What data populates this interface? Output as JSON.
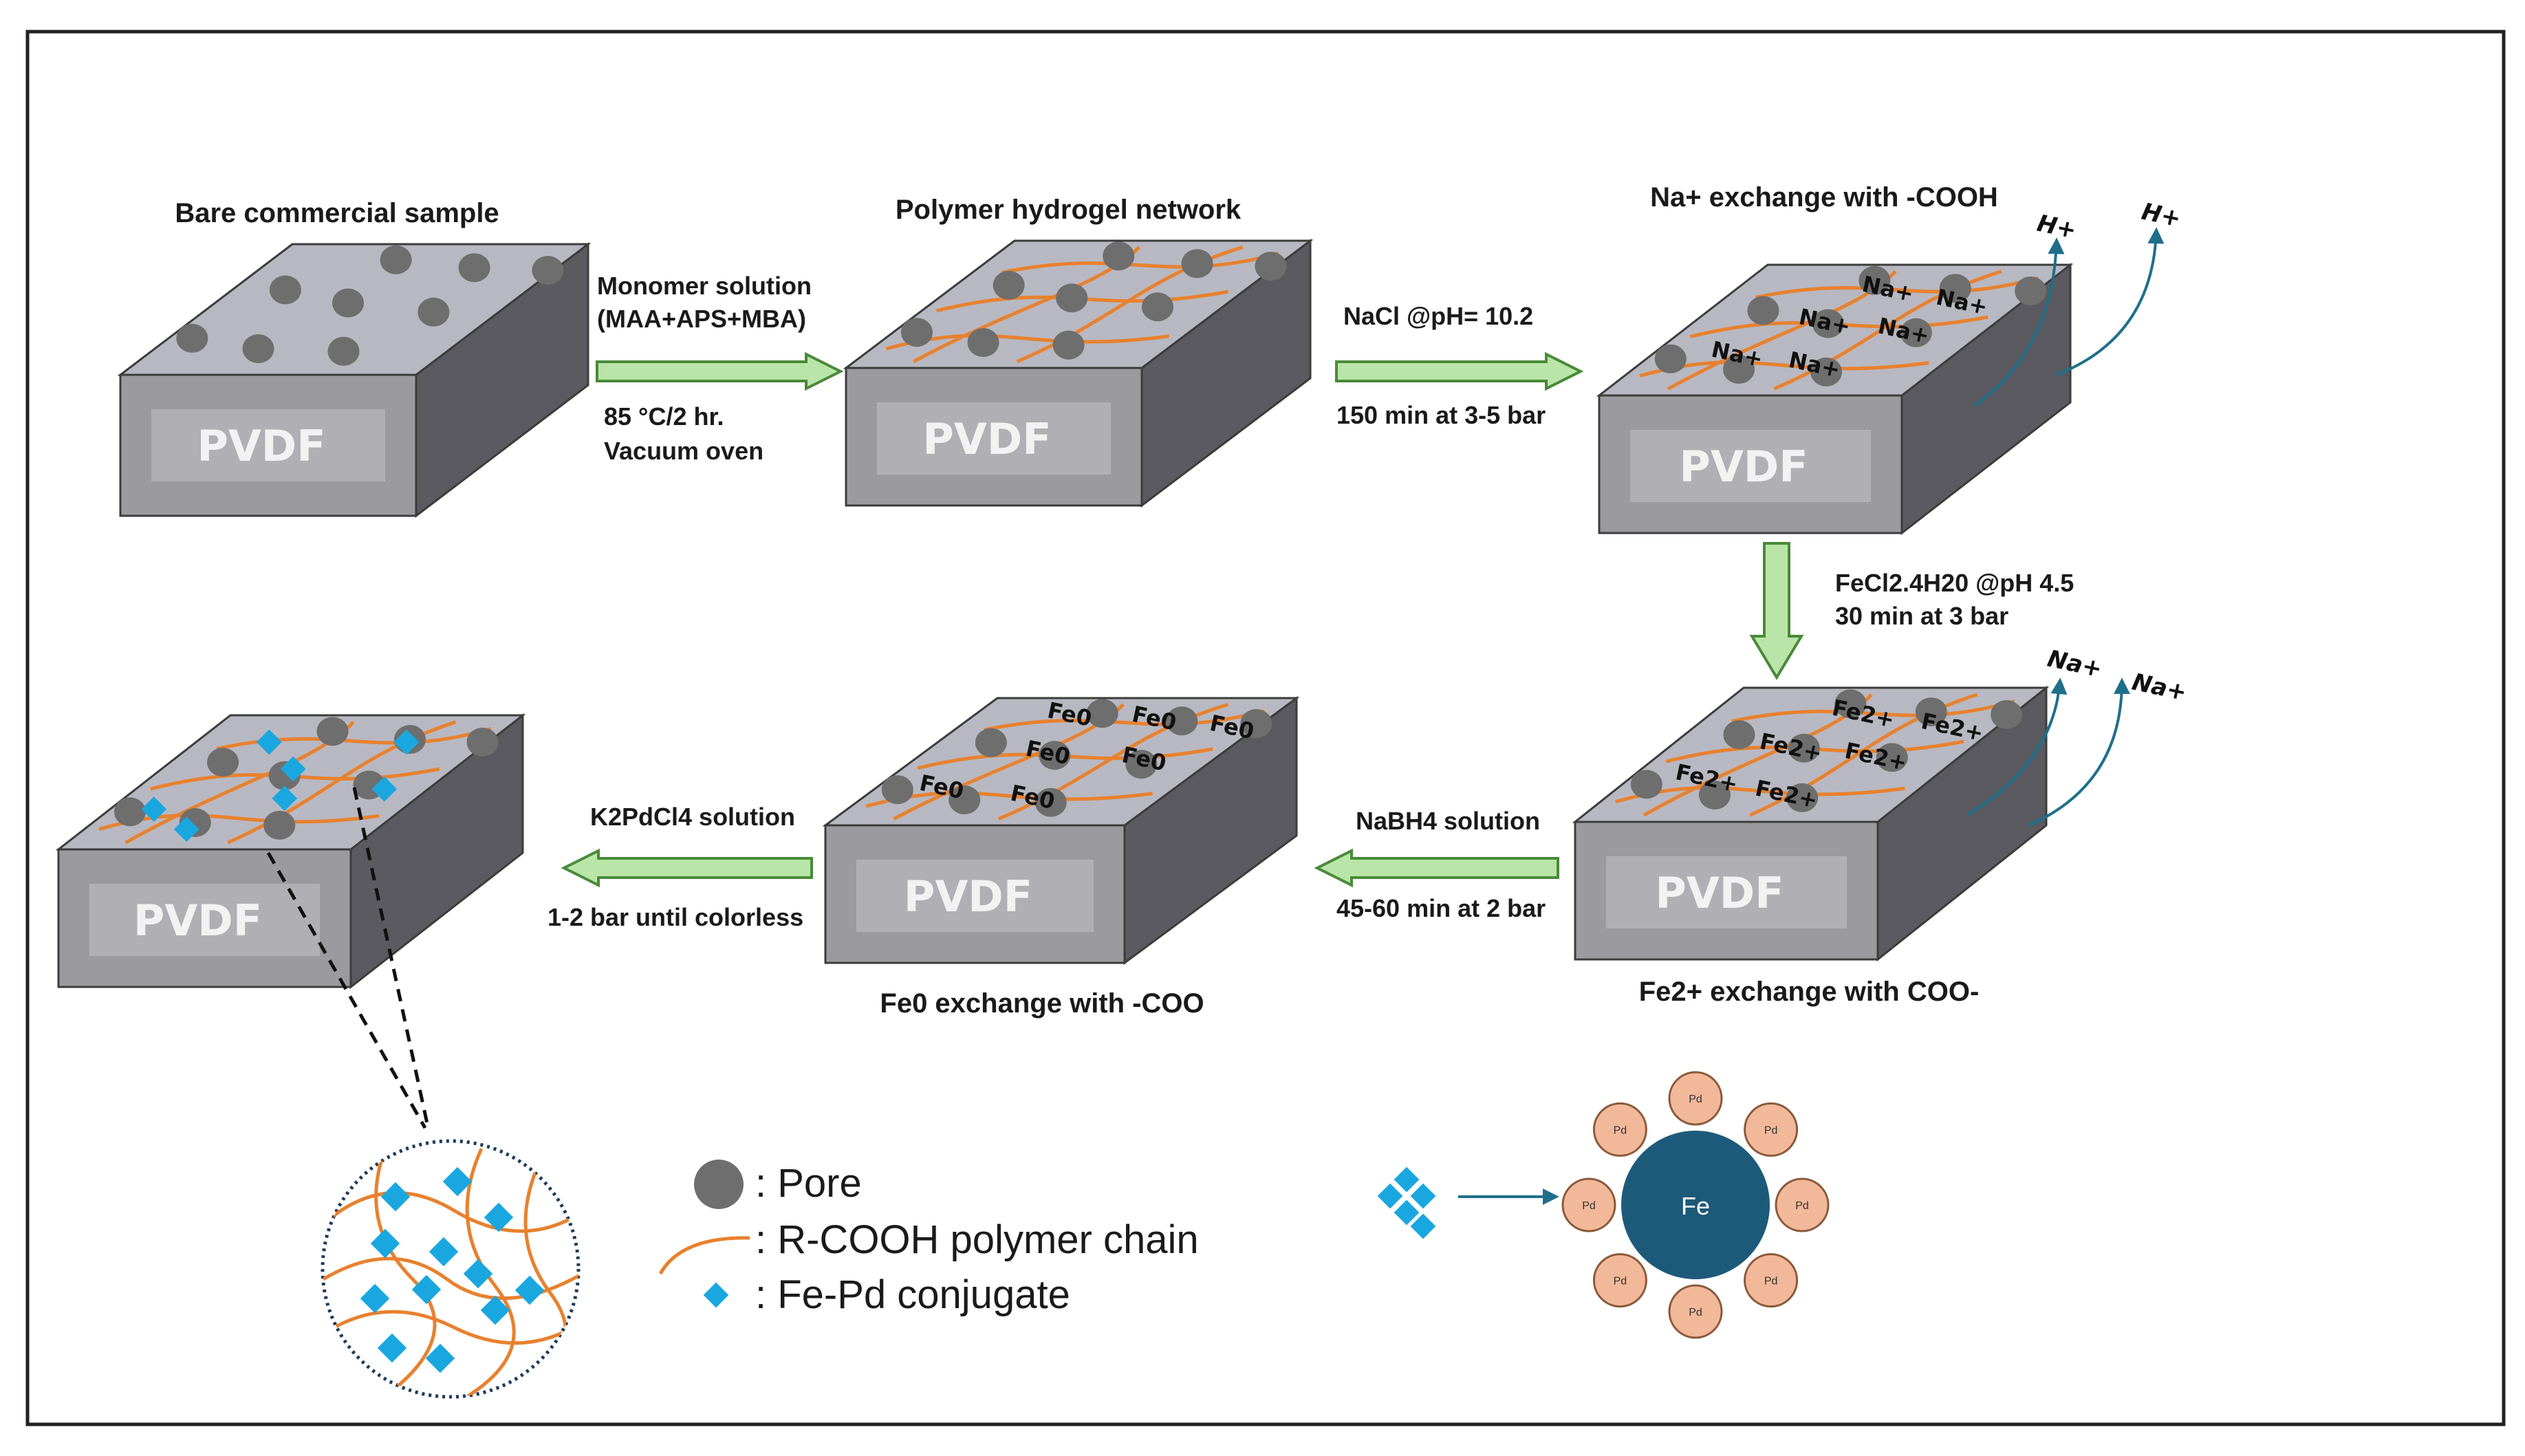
{
  "colors": {
    "block_top": "#b8b8c2",
    "block_front": "#9b9b9f",
    "block_side": "#5a5a60",
    "pore": "#6e6e6e",
    "chain": "#e8812e",
    "conjugate": "#1aa7e0",
    "arrow_fill": "#b9e6a8",
    "arrow_stroke": "#4a8a3a",
    "release_arrow": "#1f6f8b",
    "fe_core": "#1d5a7a",
    "pd_shell": "#f2b89a"
  },
  "blocks": [
    {
      "id": "bare",
      "label": "PVDF",
      "caption": "Bare commercial sample"
    },
    {
      "id": "hydrogel",
      "label": "PVDF",
      "caption": "Polymer hydrogel network"
    },
    {
      "id": "na",
      "label": "PVDF",
      "caption": "Na+ exchange with -COOH",
      "ion": "Na+",
      "released": [
        "H+",
        "H+"
      ]
    },
    {
      "id": "fe2",
      "label": "PVDF",
      "caption": "Fe2+ exchange with COO-",
      "ion": "Fe2+",
      "released": [
        "Na+",
        "Na+"
      ]
    },
    {
      "id": "fe0",
      "label": "PVDF",
      "caption": "Fe0 exchange with -COO",
      "ion": "Fe0"
    },
    {
      "id": "fepd",
      "label": "PVDF",
      "caption": ""
    }
  ],
  "steps": [
    {
      "id": "step1",
      "line1": "Monomer solution",
      "line2": "(MAA+APS+MBA)",
      "line3": "85 °C/2 hr.",
      "line4": "Vacuum oven"
    },
    {
      "id": "step2",
      "line1": "NaCl @pH= 10.2",
      "line2": "150 min at 3-5 bar"
    },
    {
      "id": "step3",
      "line1": "FeCl2.4H20 @pH 4.5",
      "line2": "30 min at 3 bar"
    },
    {
      "id": "step4",
      "line1": "NaBH4 solution",
      "line2": "45-60 min at 2 bar"
    },
    {
      "id": "step5",
      "line1": "K2PdCl4 solution",
      "line2": "1-2 bar until colorless"
    }
  ],
  "legend": [
    {
      "symbol": "pore",
      "text": ": Pore"
    },
    {
      "symbol": "chain",
      "text": ": R-COOH polymer chain"
    },
    {
      "symbol": "conjugate",
      "text": ": Fe-Pd conjugate"
    }
  ],
  "fe_pd": {
    "core": "Fe",
    "shell": "Pd"
  }
}
